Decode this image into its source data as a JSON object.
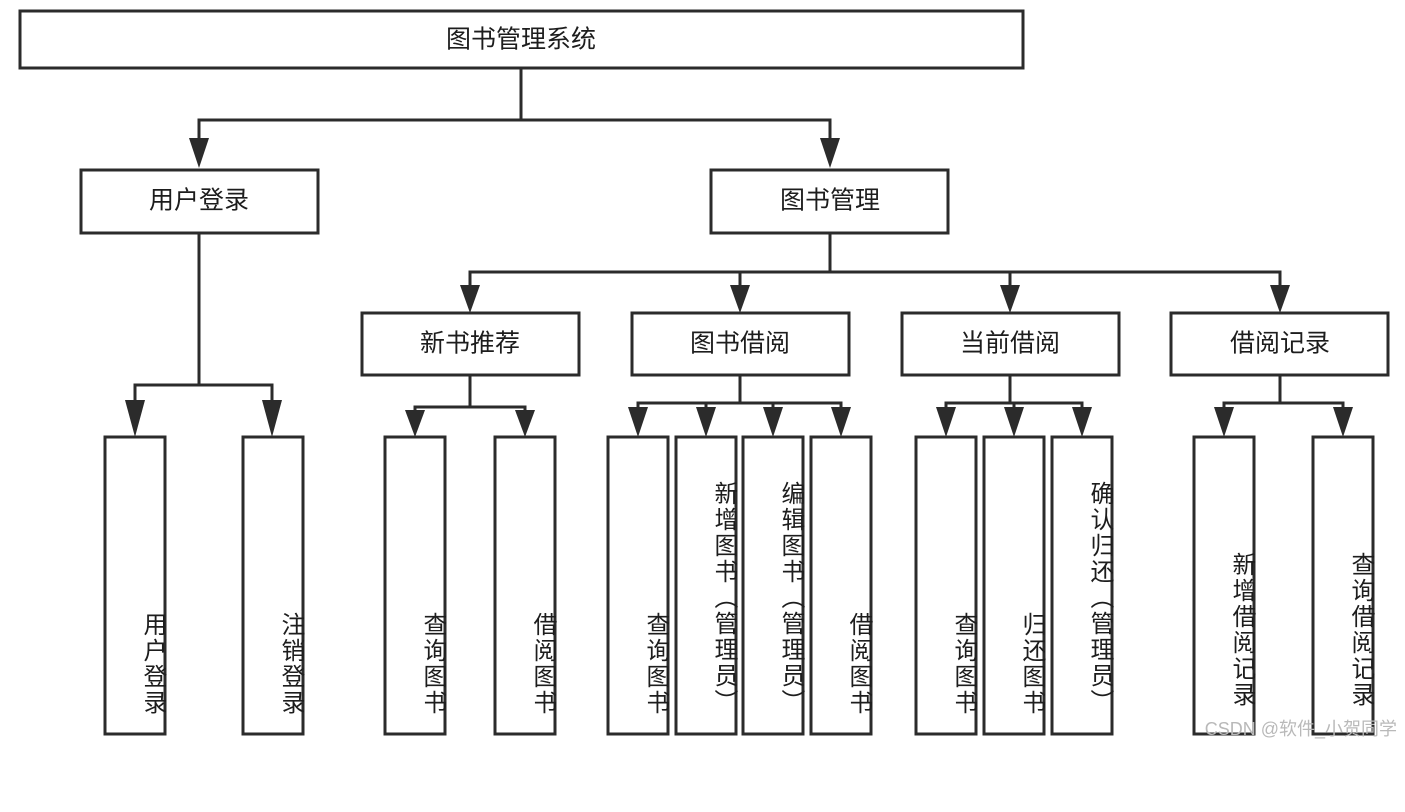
{
  "diagram": {
    "type": "tree-hierarchy",
    "title": "图书管理系统",
    "root": {
      "label": "图书管理系统"
    },
    "level2": [
      {
        "id": "user-login",
        "label": "用户登录"
      },
      {
        "id": "book-manage",
        "label": "图书管理"
      }
    ],
    "level3": [
      {
        "id": "new-book-rec",
        "label": "新书推荐",
        "parent": "book-manage"
      },
      {
        "id": "book-borrow",
        "label": "图书借阅",
        "parent": "book-manage"
      },
      {
        "id": "current-borrow",
        "label": "当前借阅",
        "parent": "book-manage"
      },
      {
        "id": "borrow-record",
        "label": "借阅记录",
        "parent": "book-manage"
      }
    ],
    "leaves": {
      "user_login": [
        {
          "id": "leaf-user-login",
          "label": "用户登录"
        },
        {
          "id": "leaf-logout",
          "label": "注销登录"
        }
      ],
      "new_book_rec": [
        {
          "id": "leaf-query-book-1",
          "label": "查询图书"
        },
        {
          "id": "leaf-borrow-book-1",
          "label": "借阅图书"
        }
      ],
      "book_borrow": [
        {
          "id": "leaf-query-book-2",
          "label": "查询图书"
        },
        {
          "id": "leaf-add-book",
          "label": "新增图书（管理员）"
        },
        {
          "id": "leaf-edit-book",
          "label": "编辑图书（管理员）"
        },
        {
          "id": "leaf-borrow-book-2",
          "label": "借阅图书"
        }
      ],
      "current_borrow": [
        {
          "id": "leaf-query-book-3",
          "label": "查询图书"
        },
        {
          "id": "leaf-return-book",
          "label": "归还图书"
        },
        {
          "id": "leaf-confirm-return",
          "label": "确认归还（管理员）"
        }
      ],
      "borrow_record": [
        {
          "id": "leaf-add-record",
          "label": "新增借阅记录"
        },
        {
          "id": "leaf-query-record",
          "label": "查询借阅记录"
        }
      ]
    }
  },
  "watermark": {
    "text": "CSDN @软件_小贺同学"
  },
  "colors": {
    "stroke": "#2b2b2b",
    "fill": "#ffffff",
    "text": "#1d1d1d",
    "watermark": "#b9b9b9"
  }
}
